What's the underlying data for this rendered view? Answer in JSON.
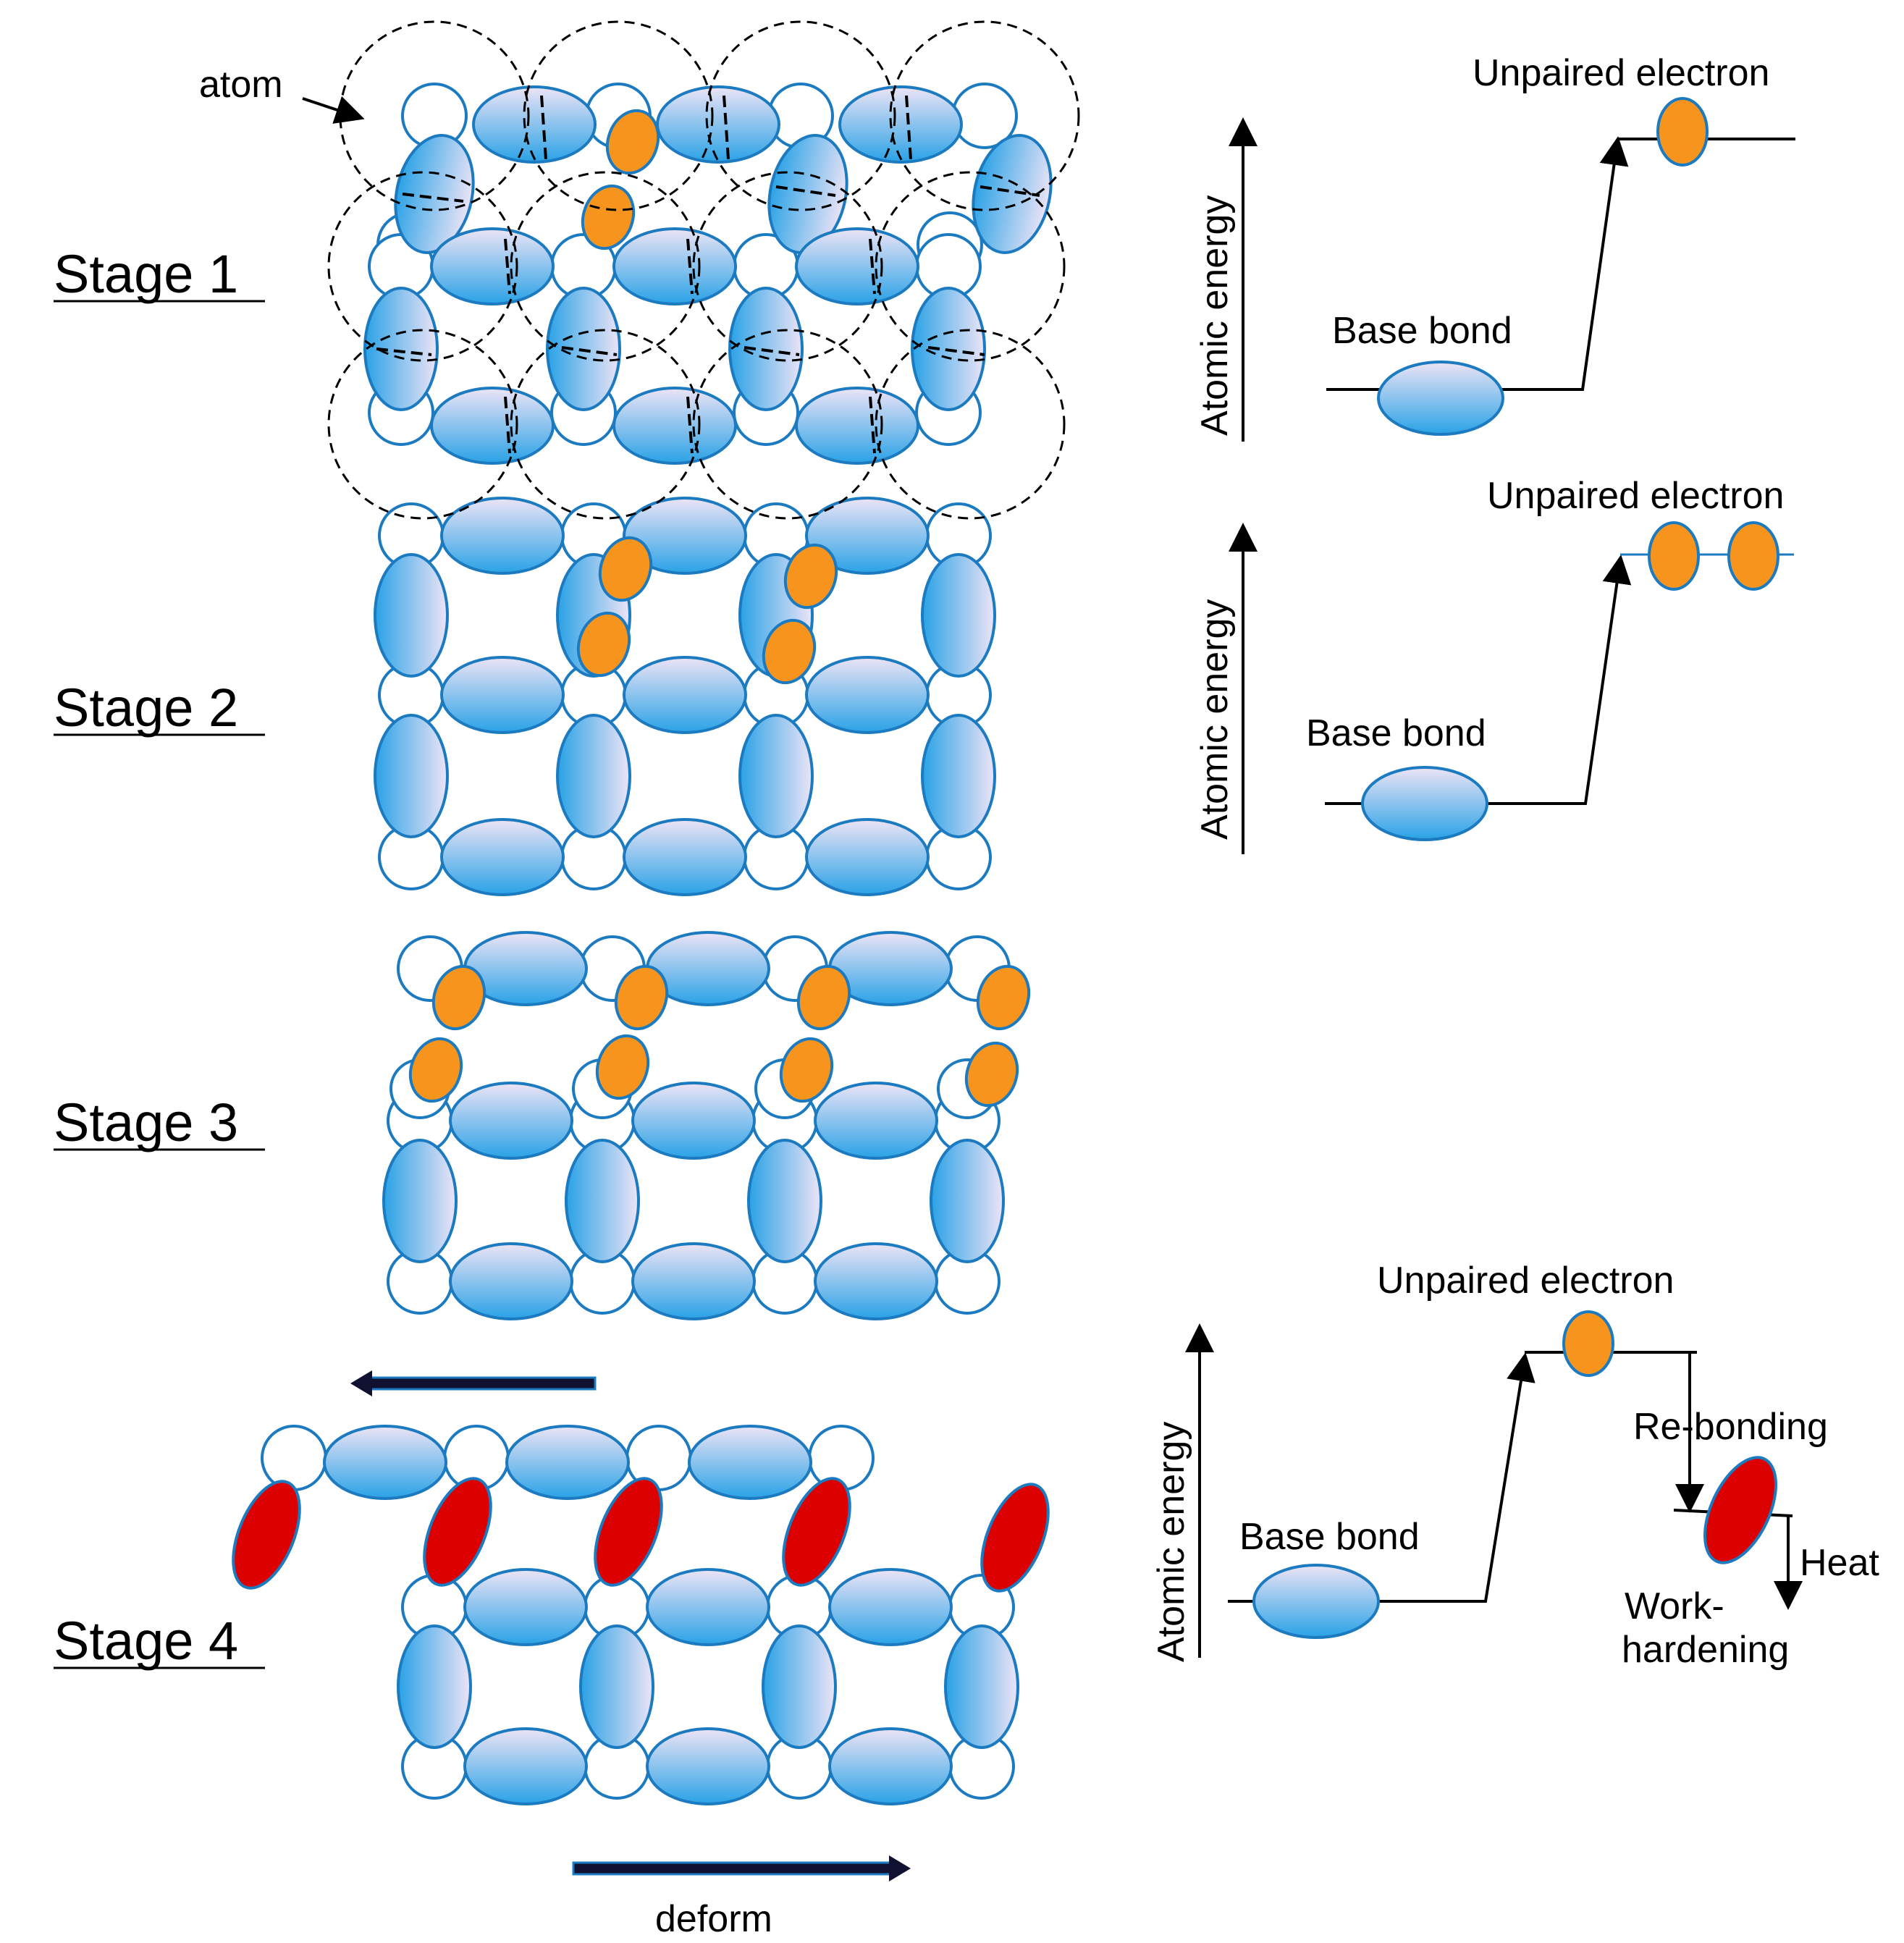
{
  "stages": [
    "Stage 1",
    "Stage 2",
    "Stage 3",
    "Stage 4"
  ],
  "labels": {
    "atom": "atom",
    "deform": "deform"
  },
  "energy_diagrams": [
    {
      "ylabel": "Atomic energy",
      "base_label": "Base bond",
      "unpaired_label": "Unpaired electron",
      "unpaired_count": 1
    },
    {
      "ylabel": "Atomic energy",
      "base_label": "Base bond",
      "unpaired_label": "Unpaired electron",
      "unpaired_count": 2
    },
    {
      "ylabel": "Atomic energy",
      "base_label": "Base bond",
      "unpaired_label": "Unpaired electron",
      "unpaired_count": 1,
      "rebonding_label": "Re-bonding",
      "heat_label": "Heat",
      "workhardening_line1": "Work-",
      "workhardening_line2": "hardening"
    }
  ],
  "colors": {
    "bond_top": "#ece4f6",
    "bond_bottom": "#2aa2e6",
    "bond_stroke": "#1c7bc0",
    "atom_stroke": "#1c7bc0",
    "unpaired": "#f7941d",
    "unpaired_stroke": "#1c7bc0",
    "rebonded": "#dd0000",
    "arrow_fill": "#101030"
  }
}
